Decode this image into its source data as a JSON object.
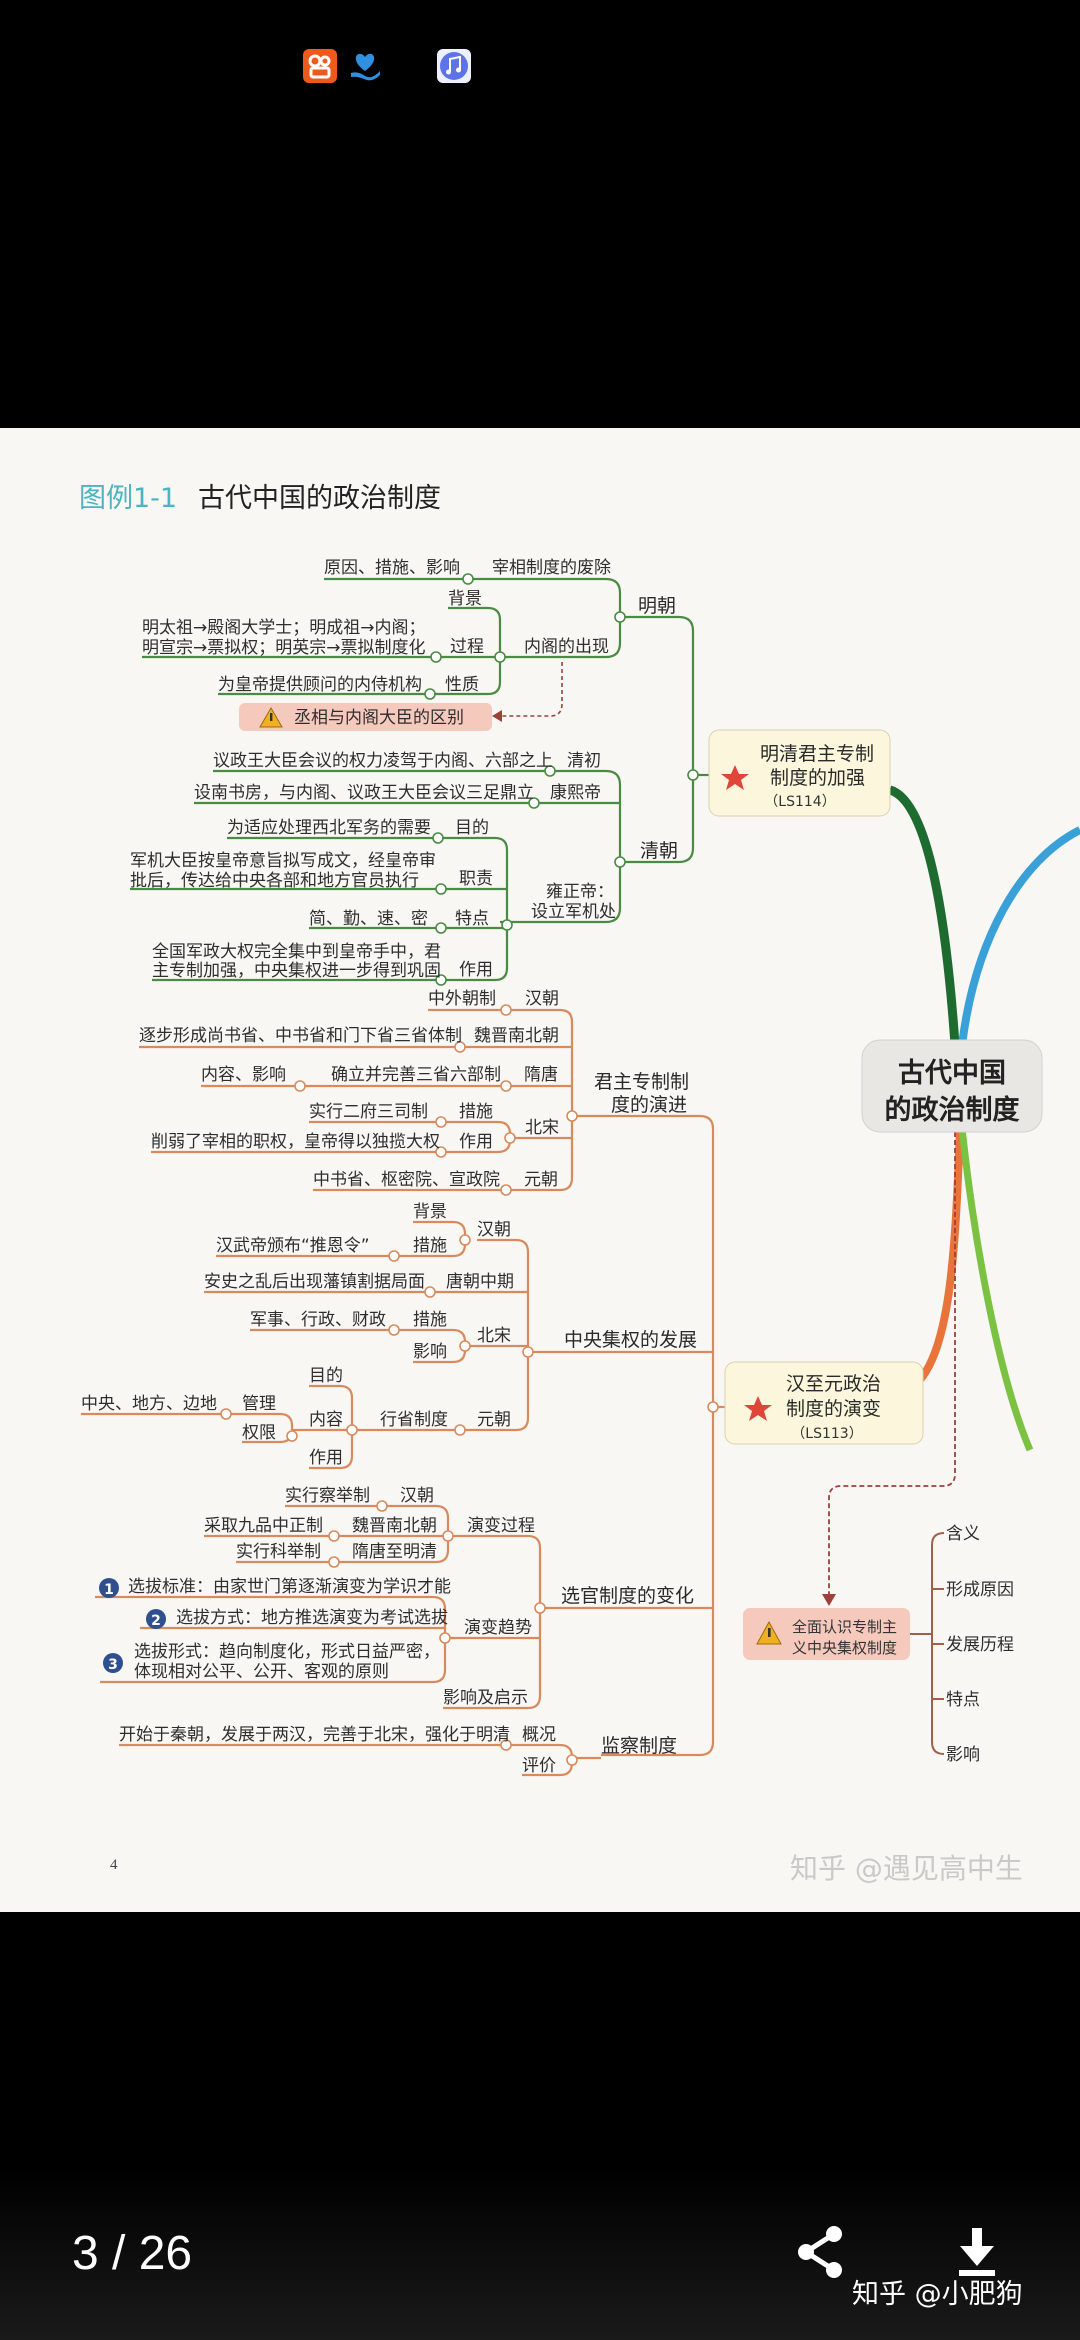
{
  "status_bar": {
    "icons": [
      "kuaishou-app-icon",
      "charity-heart-app-icon",
      "music-app-icon"
    ]
  },
  "viewer": {
    "page_counter": "3 / 26",
    "credit": "知乎 @小肥狗",
    "share_icon": "share-icon",
    "download_icon": "download-icon"
  },
  "mindmap": {
    "title_prefix": "图例1-1",
    "title": "古代中国的政治制度",
    "center": [
      "古代中国",
      "的政治制度"
    ],
    "page_number": "4",
    "watermark": "知乎 @遇见高中生",
    "colors": {
      "accent_title": "#4db3c2",
      "ming_qing_branch": "#1e6b30",
      "han_yuan_branch": "#e8743b",
      "blue_branch": "#3aa0d8",
      "light_green_branch": "#7cc242"
    },
    "ming_qing": {
      "box": [
        "明清君主专制",
        "制度的加强",
        "（LS114）"
      ],
      "ming": {
        "label": "明朝",
        "abolish": {
          "label": "宰相制度的废除",
          "detail": "原因、措施、影响"
        },
        "neige": {
          "label": "内阁的出现",
          "background": "背景",
          "process": "过程",
          "process_detail": [
            "明太祖→殿阁大学士；明成祖→内阁；",
            "明宣宗→票拟权；明英宗→票拟制度化"
          ],
          "nature": "性质",
          "nature_detail": "为皇帝提供顾问的内侍机构"
        },
        "warning": "丞相与内阁大臣的区别"
      },
      "qing": {
        "label": "清朝",
        "early": {
          "label": "清初",
          "detail": "议政王大臣会议的权力凌驾于内阁、六部之上"
        },
        "kangxi": {
          "label": "康熙帝",
          "detail": "设南书房，与内阁、议政王大臣会议三足鼎立"
        },
        "yongzheng": {
          "label": [
            "雍正帝：",
            "设立军机处"
          ],
          "purpose": "目的",
          "purpose_detail": "为适应处理西北军务的需要",
          "duty": "职责",
          "duty_detail": [
            "军机大臣按皇帝意旨拟写成文，经皇帝审",
            "批后，传达给中央各部和地方官员执行"
          ],
          "feature": "特点",
          "feature_detail": "简、勤、速、密",
          "effect": "作用",
          "effect_detail": [
            "全国军政大权完全集中到皇帝手中，君",
            "主专制加强，中央集权进一步得到巩固"
          ]
        }
      }
    },
    "han_yuan": {
      "box": [
        "汉至元政治",
        "制度的演变",
        "（LS113）"
      ],
      "autocracy": {
        "label": [
          "君主专制制",
          "度的演进"
        ],
        "han": {
          "label": "汉朝",
          "detail": "中外朝制"
        },
        "weijin": {
          "label": "魏晋南北朝",
          "detail": "逐步形成尚书省、中书省和门下省三省体制"
        },
        "suitang": {
          "label": "隋唐",
          "detail": "确立并完善三省六部制",
          "sub": "内容、影响"
        },
        "beisong": {
          "label": "北宋",
          "measure": "措施",
          "measure_detail": "实行二府三司制",
          "effect": "作用",
          "effect_detail": "削弱了宰相的职权，皇帝得以独揽大权"
        },
        "yuan": {
          "label": "元朝",
          "detail": "中书省、枢密院、宣政院"
        }
      },
      "centralization": {
        "label": "中央集权的发展",
        "han": {
          "label": "汉朝",
          "background": "背景",
          "measure": "措施",
          "measure_detail": "汉武帝颁布“推恩令”"
        },
        "midtang": {
          "label": "唐朝中期",
          "detail": "安史之乱后出现藩镇割据局面"
        },
        "beisong": {
          "label": "北宋",
          "measure": "措施",
          "measure_detail": "军事、行政、财政",
          "impact": "影响"
        },
        "yuan": {
          "label": "元朝",
          "system": "行省制度",
          "purpose": "目的",
          "content": "内容",
          "manage": "管理",
          "manage_detail": "中央、地方、边地",
          "authority": "权限",
          "effect": "作用"
        }
      },
      "selection": {
        "label": "选官制度的变化",
        "process": {
          "label": "演变过程",
          "items": [
            {
              "era": "汉朝",
              "detail": "实行察举制"
            },
            {
              "era": "魏晋南北朝",
              "detail": "采取九品中正制"
            },
            {
              "era": "隋唐至明清",
              "detail": "实行科举制"
            }
          ]
        },
        "trend": {
          "label": "演变趋势",
          "items": [
            {
              "num": "1",
              "text": [
                "选拔标准：由家世门第逐渐演变为学识才能"
              ]
            },
            {
              "num": "2",
              "text": [
                "选拔方式：地方推选演变为考试选拔"
              ]
            },
            {
              "num": "3",
              "text": [
                "选拔形式：趋向制度化，形式日益严密，",
                "体现相对公平、公开、客观的原则"
              ]
            }
          ]
        },
        "impact": "影响及启示"
      },
      "supervision": {
        "label": "监察制度",
        "overview": "概况",
        "overview_detail": "开始于秦朝，发展于两汉，完善于北宋，强化于明清",
        "evaluation": "评价"
      }
    },
    "review": {
      "box": [
        "全面认识专制主",
        "义中央集权制度"
      ],
      "items": [
        "含义",
        "形成原因",
        "发展历程",
        "特点",
        "影响"
      ]
    }
  }
}
